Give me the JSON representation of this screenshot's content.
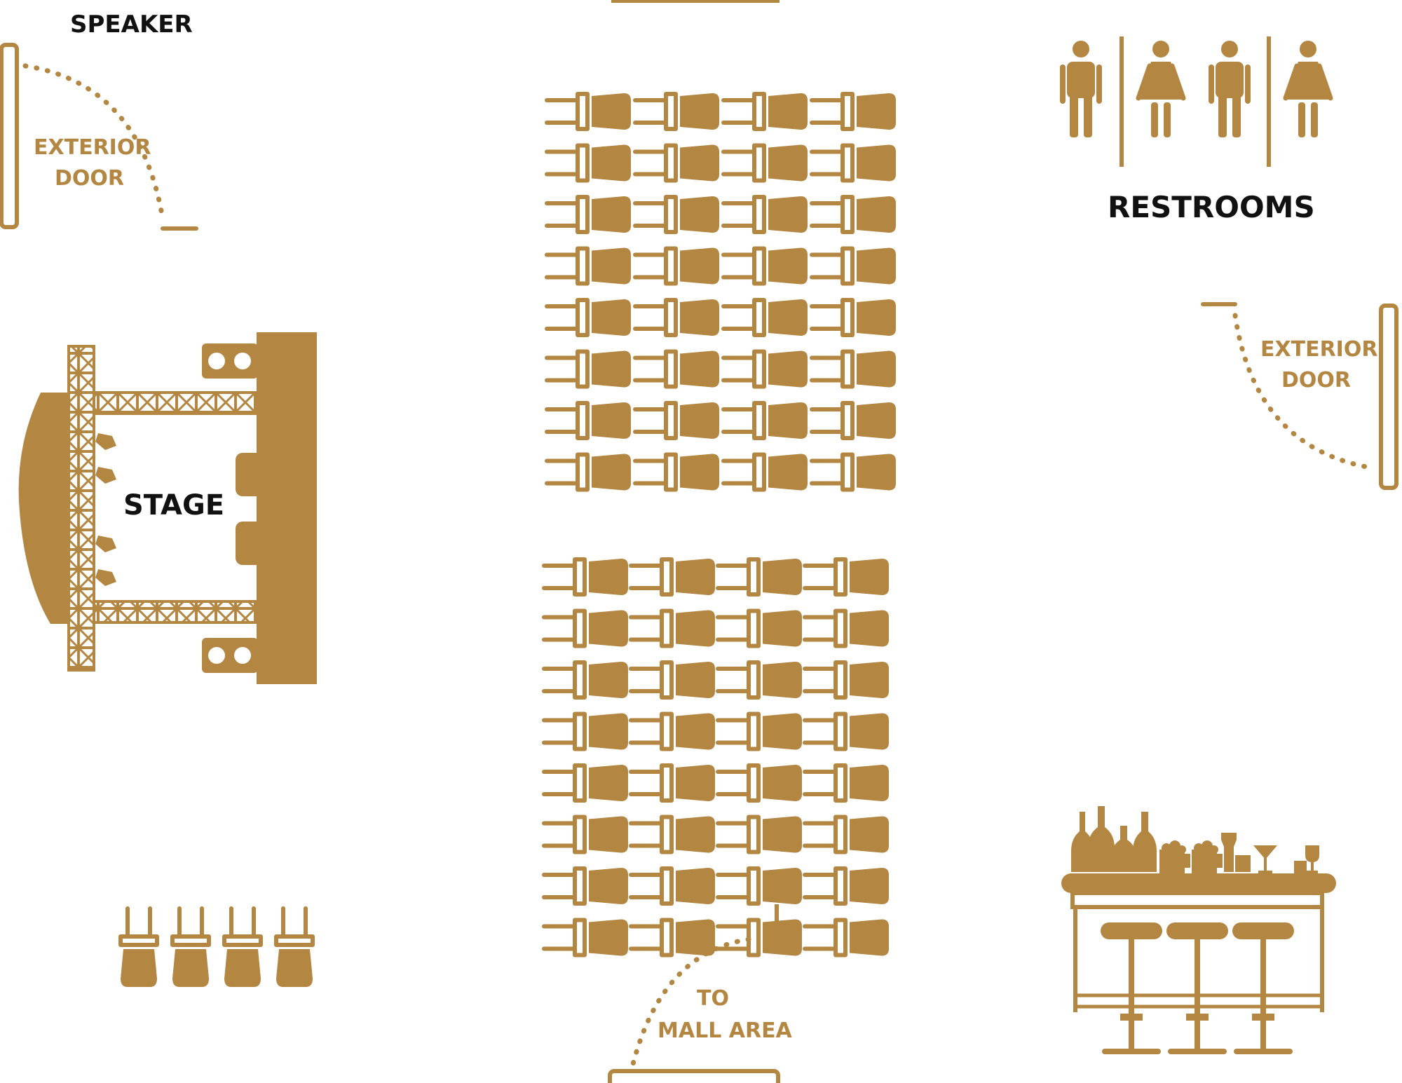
{
  "colors": {
    "gold": "#b38642",
    "ink": "#111111",
    "paper": "#ffffff"
  },
  "labels": {
    "speaker": "SPEAKER",
    "exterior_door_left": [
      "EXTERIOR",
      "DOOR"
    ],
    "stage": "STAGE",
    "restrooms": "RESTROOMS",
    "exterior_door_right": [
      "EXTERIOR",
      "DOOR"
    ],
    "to_mall_area": [
      "TO",
      "MALL AREA"
    ]
  },
  "icons": {
    "chair": "chair-icon",
    "man": "man-icon",
    "woman": "woman-icon",
    "bar": "bar-counter-icon",
    "stage": "stage-truss-icon"
  },
  "seating": {
    "top_block": {
      "rows": 8,
      "columns": 4
    },
    "bottom_block": {
      "rows": 8,
      "columns": 4
    },
    "side_row": {
      "count": 4
    }
  },
  "restroom_figures": [
    "man",
    "woman",
    "man",
    "woman"
  ],
  "bar_stools": 3
}
